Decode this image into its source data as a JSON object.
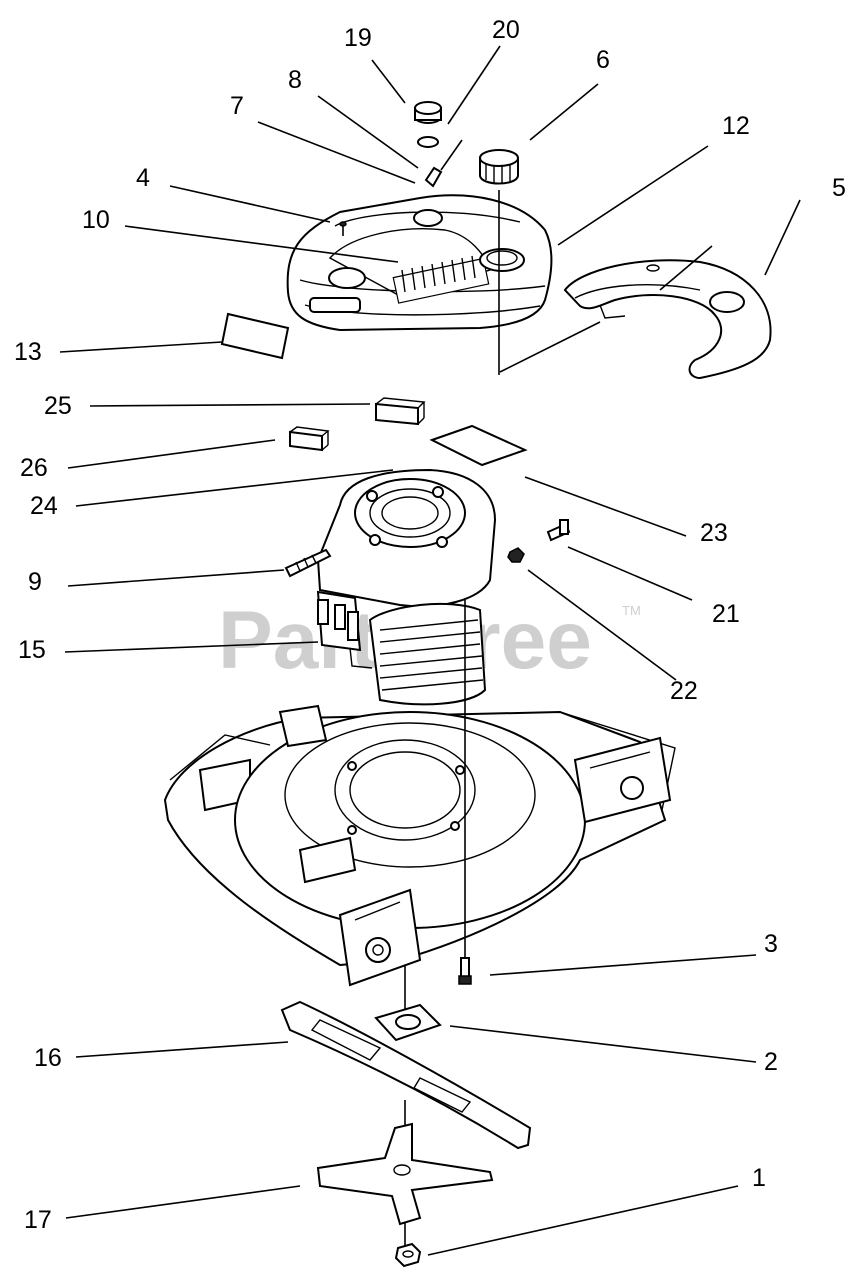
{
  "watermark": {
    "text": "PartsTree",
    "mark": "TM"
  },
  "callouts": [
    {
      "id": "c19",
      "label": "19"
    },
    {
      "id": "c20",
      "label": "20"
    },
    {
      "id": "c8",
      "label": "8"
    },
    {
      "id": "c6",
      "label": "6"
    },
    {
      "id": "c7",
      "label": "7"
    },
    {
      "id": "c12",
      "label": "12"
    },
    {
      "id": "c4",
      "label": "4"
    },
    {
      "id": "c5",
      "label": "5"
    },
    {
      "id": "c10",
      "label": "10"
    },
    {
      "id": "c13",
      "label": "13"
    },
    {
      "id": "c25",
      "label": "25"
    },
    {
      "id": "c26",
      "label": "26"
    },
    {
      "id": "c24",
      "label": "24"
    },
    {
      "id": "c23",
      "label": "23"
    },
    {
      "id": "c9",
      "label": "9"
    },
    {
      "id": "c21",
      "label": "21"
    },
    {
      "id": "c15",
      "label": "15"
    },
    {
      "id": "c22",
      "label": "22"
    },
    {
      "id": "c3",
      "label": "3"
    },
    {
      "id": "c16",
      "label": "16"
    },
    {
      "id": "c2",
      "label": "2"
    },
    {
      "id": "c1",
      "label": "1"
    },
    {
      "id": "c17",
      "label": "17"
    }
  ]
}
